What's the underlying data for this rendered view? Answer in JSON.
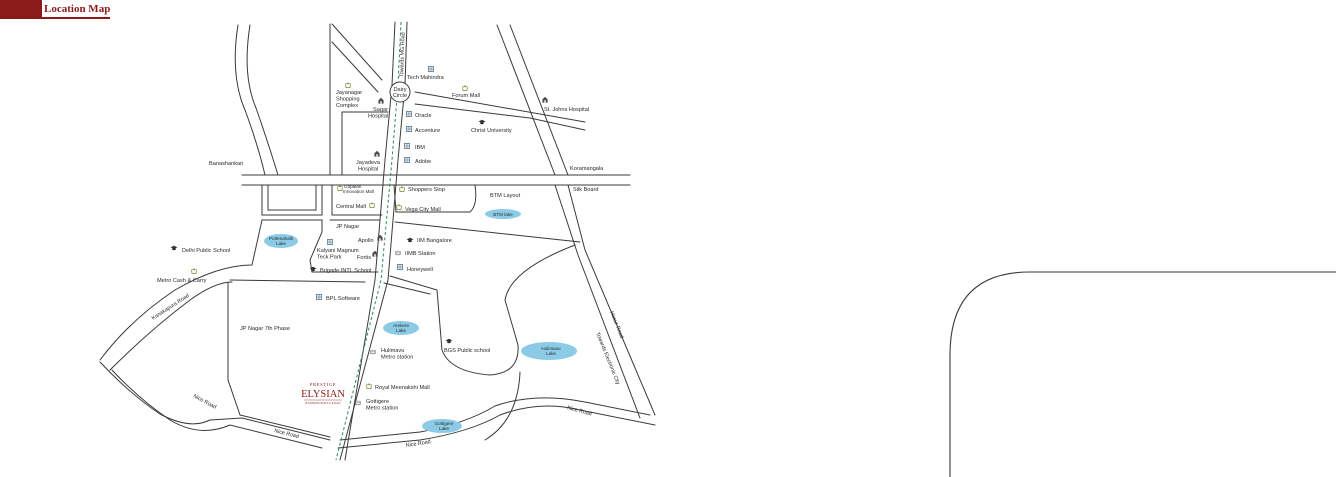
{
  "header": {
    "title": "Location Map"
  },
  "colors": {
    "accent": "#8b1a1a",
    "road": "#3a3a3a",
    "lake": "#8ccbe6",
    "metro": "#2e8b57",
    "icon": "#555555"
  },
  "areas": {
    "banashankari": "Banashankari",
    "koramangala": "Koramangala",
    "silk_board": "Silk Board",
    "btm_layout": "BTM Layout",
    "jp_nagar": "JP Nagar",
    "jp_nagar_7": "JP Nagar 7th Phase"
  },
  "junction": {
    "line1": "Dairy",
    "line2": "Circle"
  },
  "roads": {
    "mg_road": "Towards MG Road",
    "hosur_road": "Hosur Road",
    "electronic_city": "Towards Electronic City",
    "kanakapura": "Kanakapura Road",
    "nice_left": "Nice Road",
    "nice_mid": "Nice Road",
    "nice_bottom": "Nice Road",
    "nice_right": "Nice Road"
  },
  "lakes": {
    "puttenahalli": [
      "Puttenahalli",
      "Lake"
    ],
    "btm": "BTM lake",
    "arekere": [
      "Arekere",
      "Lake"
    ],
    "hulimavu": [
      "Hulimavu",
      "Lake"
    ],
    "gottigere": [
      "Gottigere",
      "Lake"
    ]
  },
  "landmarks": {
    "tech_mahindra": "Tech Mahindra",
    "forum_mall": "Forum Mall",
    "st_johns": "St. Johns Hospital",
    "jayanagar_shopping": [
      "Jayanagar",
      "Shopping",
      "Complex"
    ],
    "sagar_hospital": [
      "Sagar",
      "Hospital"
    ],
    "oracle": "Oracle",
    "accenture": "Accenture",
    "christ_university": "Christ University",
    "ibm": "IBM",
    "adobe": "Adobe",
    "jayadeva_hospital": [
      "Jayadeva",
      "Hospital"
    ],
    "gopalan_mall": [
      "Gopalan",
      "Innovation Mall"
    ],
    "shoppers_stop": "Shoppers Stop",
    "central_mall": "Central Mall",
    "vega_city": "Vega City Mall",
    "apollo": "Apollo",
    "iim_bangalore": "IIM Bangalore",
    "iimb_station": "IIMB Station",
    "fortis": "Fortis",
    "kalyani_magnum": [
      "Kalyani Magnum",
      "Teck Park"
    ],
    "brigade_school": "Brigade INTL School",
    "honeywell": "Honeywell",
    "delhi_public_school": "Delhi Public School",
    "metro_cash": "Metro Cash & Carry",
    "bpl_software": "BPL Software",
    "bgs_school": "BGS Public school",
    "hulimavu_metro": [
      "Hulimavu",
      "Metro station"
    ],
    "royal_meenakshi": "Royal Meenakshi Mall",
    "gottigere_metro": [
      "Gottigere",
      "Metro station"
    ]
  },
  "project": {
    "line1": "PRESTIGE",
    "line2": "ELYSIAN",
    "line3": "BANNERGHATTA ROAD"
  }
}
